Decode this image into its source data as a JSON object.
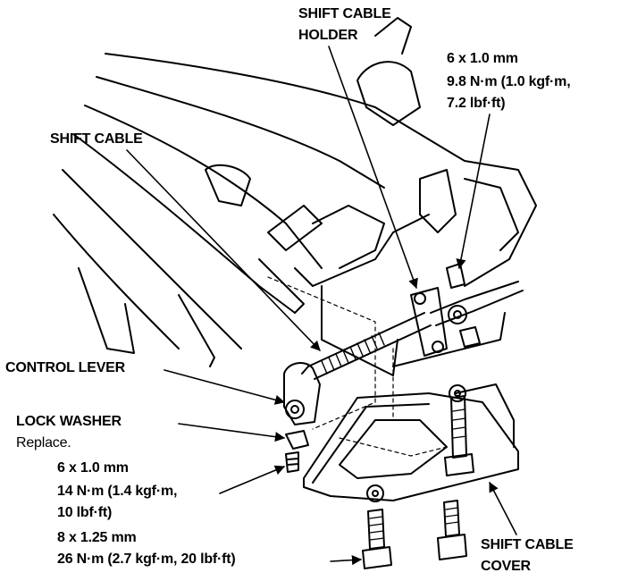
{
  "labels": {
    "shift_cable_holder": [
      "SHIFT CABLE",
      "HOLDER"
    ],
    "holder_bolt_spec": [
      "6 x 1.0 mm",
      "9.8 N·m (1.0 kgf·m,",
      "7.2 lbf·ft)"
    ],
    "shift_cable": "SHIFT CABLE",
    "control_lever": "CONTROL LEVER",
    "lock_washer": "LOCK WASHER",
    "lock_washer_note": "Replace.",
    "lever_bolt_spec": [
      "6 x 1.0 mm",
      "14 N·m (1.4 kgf·m,",
      "10 lbf·ft)"
    ],
    "cover_bolt_spec": [
      "8 x 1.25 mm",
      "26 N·m (2.7 kgf·m, 20 lbf·ft)"
    ],
    "shift_cable_cover": [
      "SHIFT CABLE",
      "COVER"
    ]
  },
  "colors": {
    "ink": "#000000",
    "paper": "#ffffff"
  }
}
